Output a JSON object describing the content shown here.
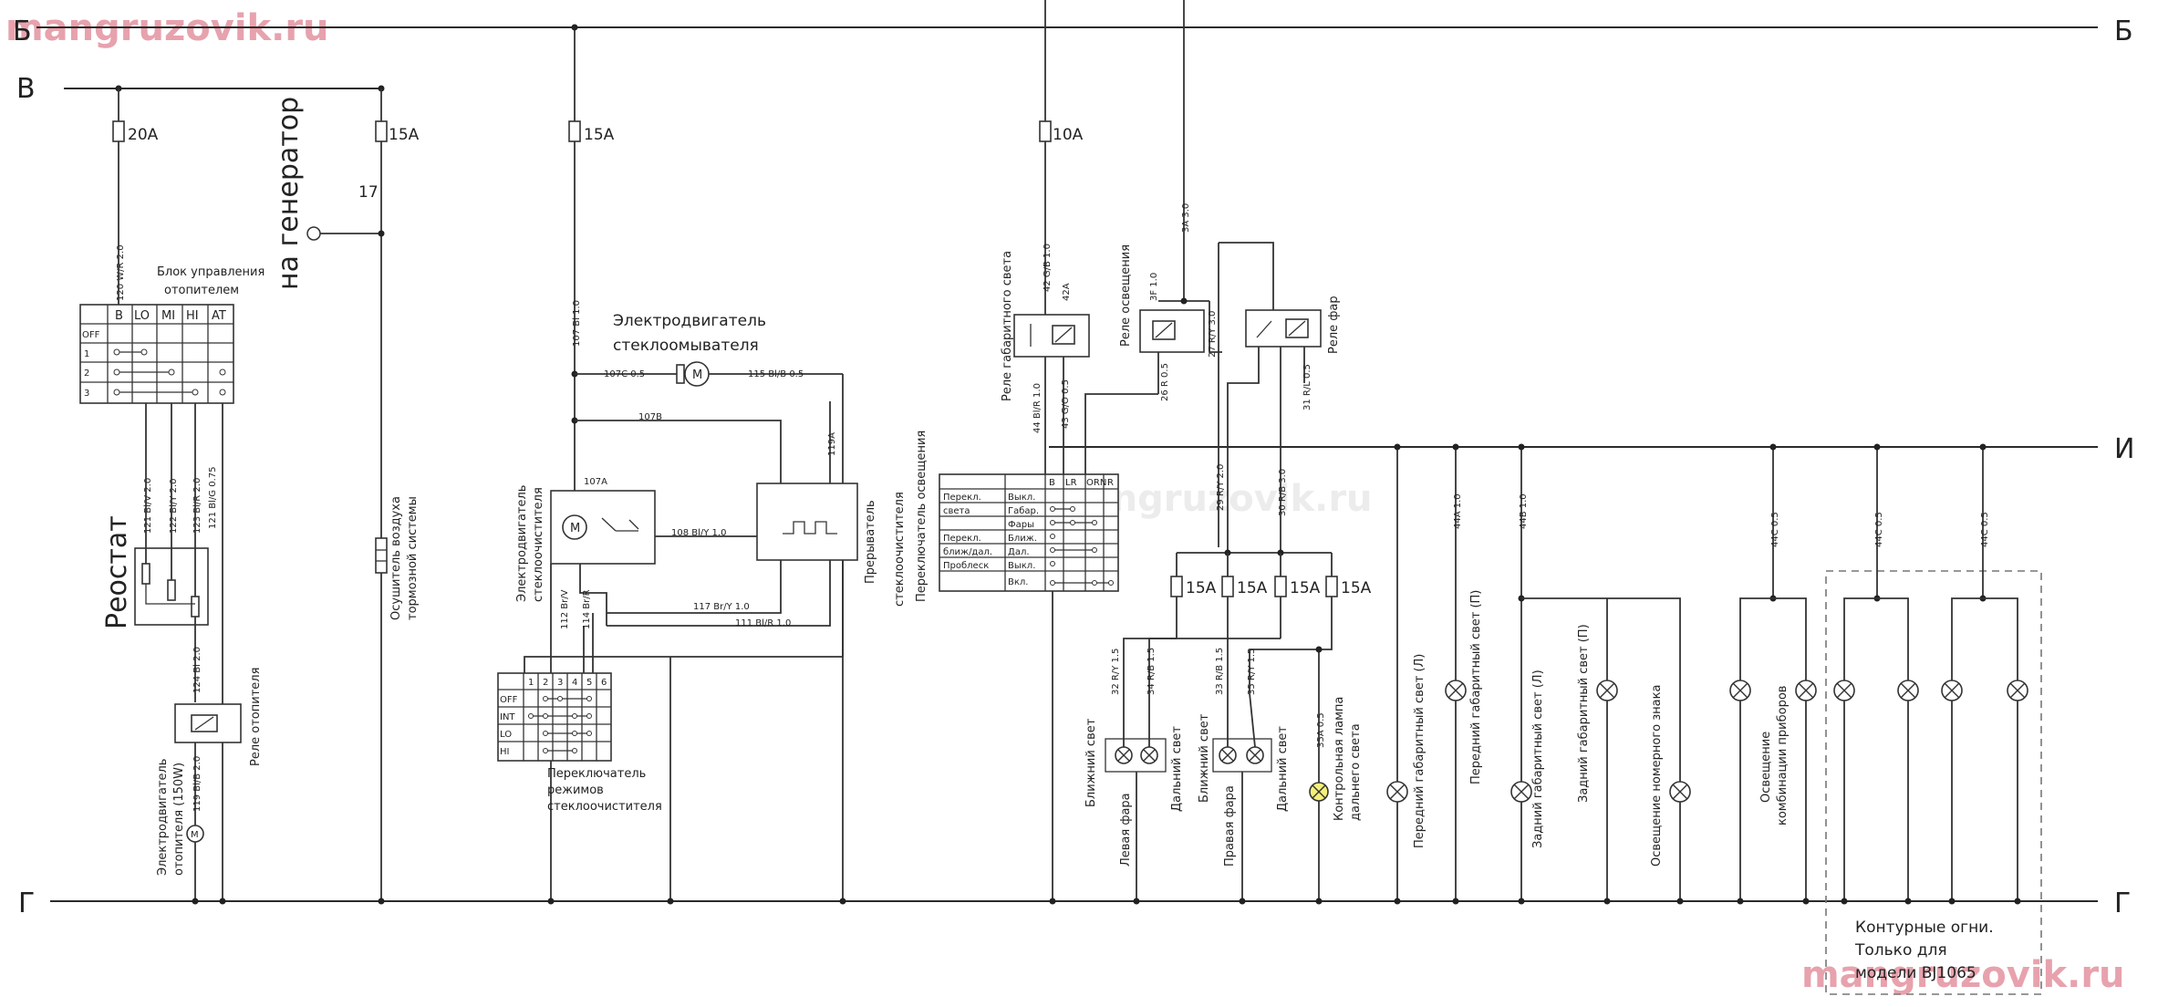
{
  "watermark": "mangruzovik.ru",
  "buses": {
    "b": "Б",
    "v": "В",
    "i": "И",
    "g": "Г"
  },
  "fuses": {
    "f1": "20A",
    "f2": "15A",
    "f3": "15A",
    "f4": "10A",
    "f5": "15A",
    "f6": "15A",
    "f7": "15A",
    "f8": "15A"
  },
  "labels": {
    "generator": "на генератор",
    "gen_num": "17",
    "heater_ctrl_1": "Блок управления",
    "heater_ctrl_2": "отопителем",
    "rheostat": "Реостат",
    "heater_relay": "Реле отопителя",
    "heater_motor_1": "Электродвигатель",
    "heater_motor_2": "отопителя (150W)",
    "air_dryer_1": "Осушитель воздуха",
    "air_dryer_2": "тормозной системы",
    "washer_motor_1": "Электродвигатель",
    "washer_motor_2": "стеклоомывателя",
    "wiper_motor_1": "Электродвигатель",
    "wiper_motor_2": "стеклоочистителя",
    "interrupter": "Прерыватель",
    "wiper_interrupter": "стеклоочистителя",
    "wiper_sw_1": "Переключатель",
    "wiper_sw_2": "режимов",
    "wiper_sw_3": "стеклоочистителя",
    "light_switch": "Переключатель освещения",
    "park_relay": "Реле габаритного света",
    "light_relay": "Реле освещения",
    "head_relay": "Реле фар",
    "low_l": "Ближний свет",
    "high_l": "Дальний свет",
    "left_head": "Левая фара",
    "low_r": "Ближний свет",
    "right_head": "Правая фара",
    "high_r": "Дальний свет",
    "hb_lamp_1": "Контрольная лампа",
    "hb_lamp_2": "дальнего света",
    "front_park_l": "Передний габаритный свет (Л)",
    "front_park_r": "Передний габаритный свет (П)",
    "rear_park_l": "Задний габаритный свет (Л)",
    "rear_park_r": "Задний габаритный свет (П)",
    "plate_light": "Освещение номерного знака",
    "cluster_light_1": "Освещение",
    "cluster_light_2": "комбинации приборов",
    "marker_1": "Контурные огни.",
    "marker_2": "Только для",
    "marker_3": "модели BJ1065"
  },
  "wires": {
    "w120": "120 W/R 2.0",
    "w107": "107 Bl 1.0",
    "w107c": "107C 0.5",
    "w115": "115 Bl/B 0.5",
    "w107b": "107B",
    "w119a": "119A",
    "w107a": "107A",
    "w108": "108 Bl/Y 1.0",
    "w117": "117 Br/Y 1.0",
    "w111": "111 Bl/R 1.0",
    "w112": "112 Br/V",
    "w114": "114 Br/R",
    "w121": "121 Bl/V 2.0",
    "w122": "122 Bl/Y 2.0",
    "w123": "123 Bl/R 2.0",
    "w121b": "121 Bl/G 0.75",
    "w124": "124 Bl 2.0",
    "w119": "119 Bl/B 2.0",
    "w42": "42 G/B 1.0",
    "w42a": "42A",
    "w3f": "3F 1.0",
    "w3a": "3A 3.0",
    "w27": "27 R/Y 3.0",
    "w44": "44 Bl/R 1.0",
    "w43": "43 G/O 0.5",
    "w26": "26 R 0.5",
    "w31": "31 R/L 0.5",
    "w29": "29 R/Y 2.0",
    "w30": "30 R/B 3.0",
    "w32": "32 R/Y 1.5",
    "w34": "34 R/B 1.5",
    "w33": "33 R/B 1.5",
    "w35": "35 R/Y 1.5",
    "w35a": "35A 0.5",
    "w44a": "44A 1.0",
    "w44b": "44B 1.0",
    "w44c1": "44C 0.5",
    "w44c2": "44C 0.5",
    "w44c3": "44C 0.5"
  },
  "heater_table": {
    "header": [
      "B",
      "LO",
      "MI",
      "HI",
      "AT"
    ],
    "rows": [
      "OFF",
      "1",
      "2",
      "3"
    ]
  },
  "wiper_table": {
    "header": [
      "1",
      "2",
      "3",
      "4",
      "5",
      "6"
    ],
    "rows": [
      "OFF",
      "INT",
      "LO",
      "HI"
    ]
  },
  "light_table": {
    "header": [
      "B",
      "LR",
      "ORN",
      "R"
    ],
    "rows": [
      [
        "Перекл.",
        "Выкл."
      ],
      [
        "света",
        "Габар."
      ],
      [
        "",
        "Фары"
      ],
      [
        "Перекл.",
        "Ближ."
      ],
      [
        "ближ/дал.",
        "Дал."
      ],
      [
        "Проблеск",
        "Выкл."
      ],
      [
        "",
        "Вкл."
      ]
    ]
  }
}
